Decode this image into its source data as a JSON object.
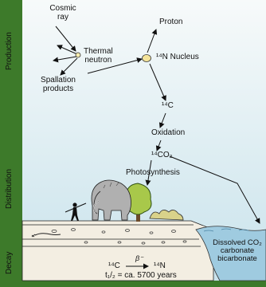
{
  "side_labels": {
    "production": "Production",
    "distribution": "Distribution",
    "decay": "Decay"
  },
  "nodes": {
    "cosmic_ray": "Cosmic\nray",
    "thermal_neutron": "Thermal\nneutron",
    "spallation_products": "Spallation\nproducts",
    "proton": "Proton",
    "n14_nucleus": "¹⁴N Nucleus",
    "c14": "¹⁴C",
    "oxidation": "Oxidation",
    "co2": "¹⁴CO₂",
    "photosynthesis": "Photosynthesis",
    "dissolved": "Dissolved CO₂\ncarbonate\nbicarbonate"
  },
  "decay": {
    "beta": "β⁻",
    "from": "¹⁴C",
    "to": "¹⁴N",
    "half_life": "t₁/₂ = ca. 5700 years"
  },
  "colors": {
    "border": "#3d7a2a",
    "sky_top": "#f4f8f8",
    "sky_bottom": "#cfe6ee",
    "nucleus": "#f4e49a",
    "water": "#9fcbe0",
    "ground": "#f2ede0"
  }
}
